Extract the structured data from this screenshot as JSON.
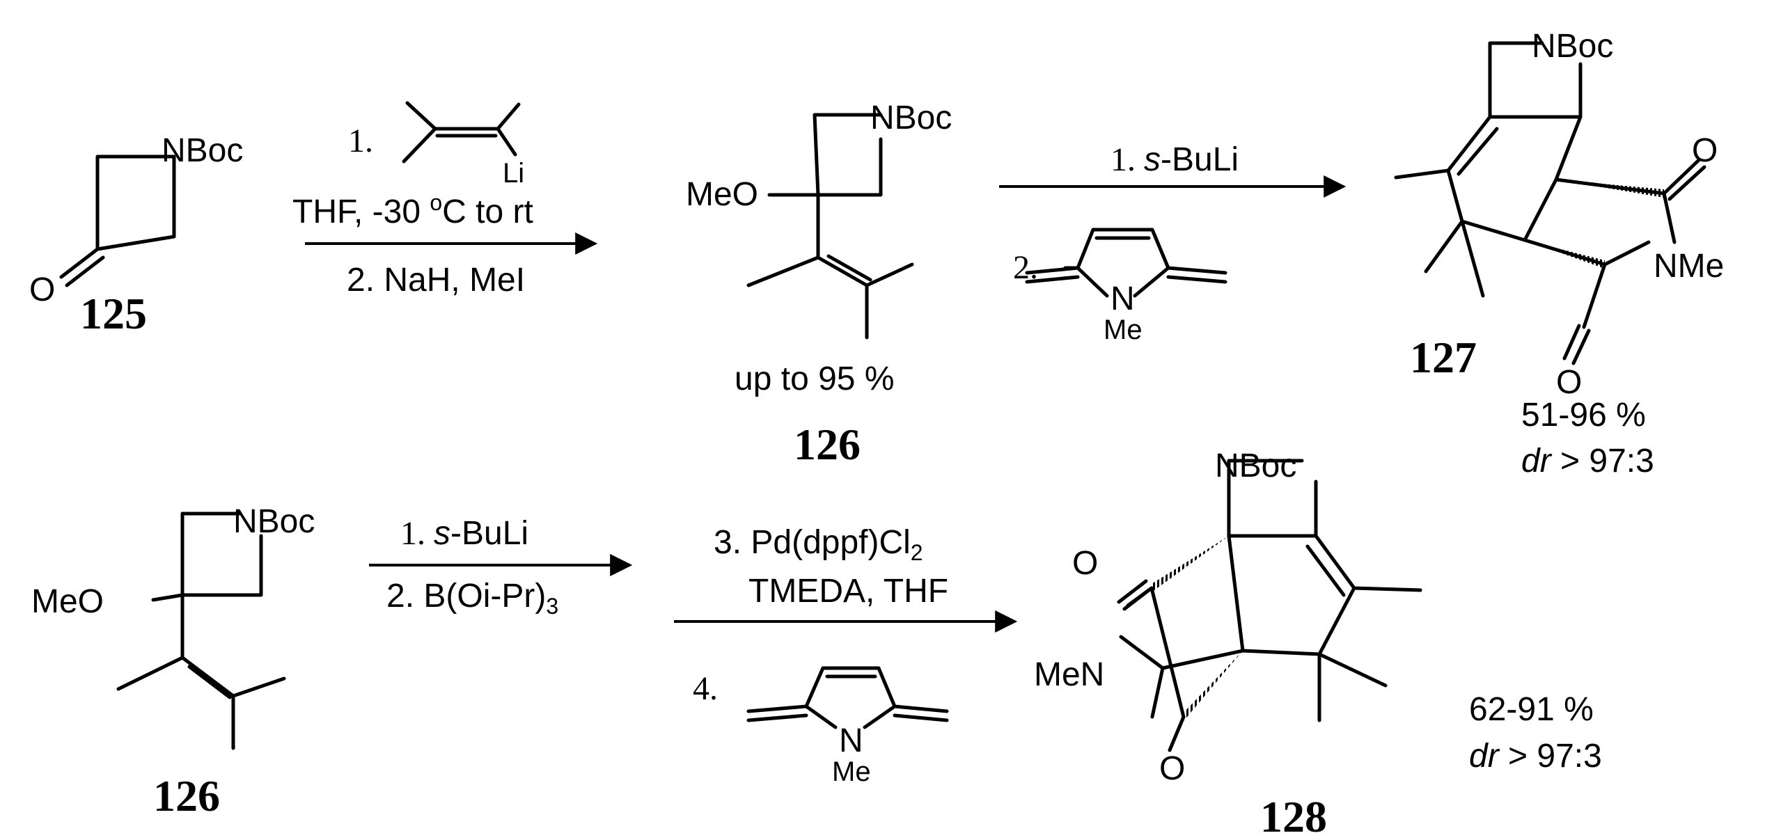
{
  "compounds": {
    "c125": "125",
    "c126": "126",
    "c126b": "126",
    "c127": "127",
    "c128": "128"
  },
  "atoms": {
    "nboc": "NBoc",
    "o": "O",
    "meo": "MeO",
    "li": "Li",
    "n": "N",
    "me": "Me",
    "nme": "NMe",
    "men": "MeN"
  },
  "reaction1": {
    "step1_num": "1.",
    "conditions": "THF,  -30 ",
    "deg": "o",
    "conditions_end": "C to rt",
    "step2": "2. NaH, MeI",
    "yield": "up to 95 %"
  },
  "reaction2": {
    "step1_num": "1. ",
    "step1_italic": "s",
    "step1_rest": "-BuLi",
    "step2_num": "2.",
    "yield": "51-96 %",
    "dr_label": "dr",
    "dr_value": " > 97:3"
  },
  "reaction3": {
    "step1_num": "1. ",
    "step1_italic": "s",
    "step1_rest": "-BuLi",
    "step2": "2. B(Oi-Pr)",
    "step2_sub": "3",
    "step3": "3. Pd(dppf)Cl",
    "step3_sub": "2",
    "step3_line2": "TMEDA, THF",
    "step4_num": "4.",
    "yield": "62-91 %",
    "dr_label": "dr",
    "dr_value": " > 97:3"
  }
}
